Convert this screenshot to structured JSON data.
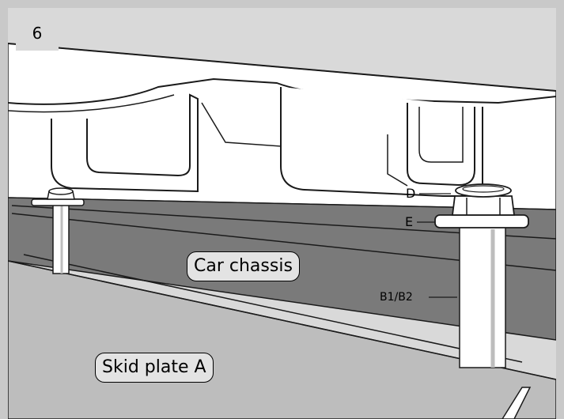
{
  "step": {
    "number": "6"
  },
  "labels": {
    "chassis": "Car chassis",
    "skid_plate": "Skid plate A"
  },
  "parts": {
    "nut": "D",
    "washer": "E",
    "bolt": "B1/B2"
  },
  "colors": {
    "background": "#c9c9c9",
    "chassis": "#7a7a7a",
    "skid_plate": "#bdbdbd",
    "body": "#ffffff",
    "outline": "#1a1a1a"
  }
}
